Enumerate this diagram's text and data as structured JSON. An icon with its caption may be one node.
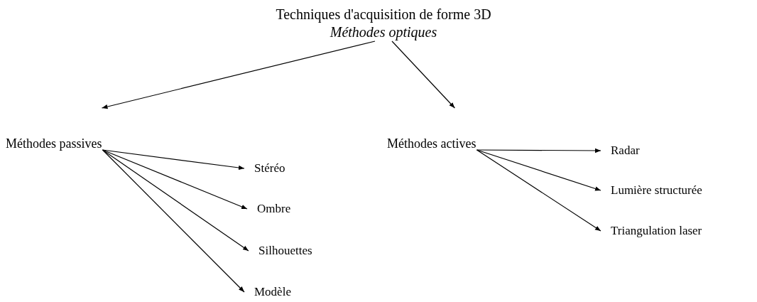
{
  "diagram": {
    "nodes": [
      {
        "text": [
          "Techniques d'acquisition de forme 3D",
          "Méthodes optiques"
        ]
      },
      {
        "text": [
          "Méthodes passives"
        ]
      },
      {
        "text": [
          "Méthodes actives"
        ]
      },
      {
        "text": [
          "Stéréo"
        ]
      },
      {
        "text": [
          "Ombre"
        ]
      },
      {
        "text": [
          "Silhouettes"
        ]
      },
      {
        "text": [
          "Modèle"
        ]
      },
      {
        "text": [
          "Radar"
        ]
      },
      {
        "text": [
          "Lumière structurée"
        ]
      },
      {
        "text": [
          "Triangulation laser"
        ]
      }
    ],
    "edges": [
      {
        "from": 0,
        "to": 1,
        "arrow": "to"
      },
      {
        "from": 0,
        "to": 2,
        "arrow": "to"
      },
      {
        "from": 1,
        "to": 3,
        "arrow": "to"
      },
      {
        "from": 1,
        "to": 4,
        "arrow": "to"
      },
      {
        "from": 1,
        "to": 5,
        "arrow": "to"
      },
      {
        "from": 1,
        "to": 6,
        "arrow": "to"
      },
      {
        "from": 2,
        "to": 7,
        "arrow": "to"
      },
      {
        "from": 2,
        "to": 8,
        "arrow": "to"
      },
      {
        "from": 2,
        "to": 9,
        "arrow": "to"
      }
    ]
  }
}
